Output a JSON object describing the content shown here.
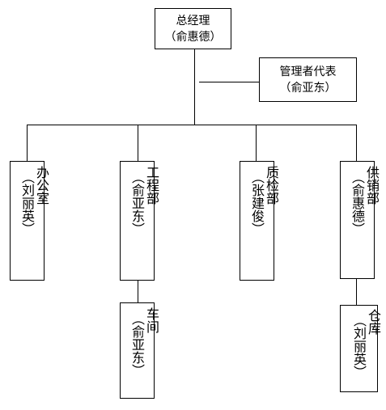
{
  "general_manager": {
    "title": "总经理",
    "name": "（俞惠德）"
  },
  "management_rep": {
    "title": "管理者代表",
    "name": "（俞亚东）"
  },
  "departments": [
    {
      "key": "office",
      "title": "办公室",
      "name": "（刘丽英）"
    },
    {
      "key": "engineering",
      "title": "工程部",
      "name": "（俞亚东）"
    },
    {
      "key": "quality",
      "title": "质检部",
      "name": "（张建俊）"
    },
    {
      "key": "sales",
      "title": "供销部",
      "name": "（俞惠德）"
    }
  ],
  "sub_units": [
    {
      "key": "workshop",
      "parent": "engineering",
      "title": "车间",
      "name": "（俞亚东）"
    },
    {
      "key": "warehouse",
      "parent": "sales",
      "title": "仓库",
      "name": "（刘丽英）"
    }
  ]
}
